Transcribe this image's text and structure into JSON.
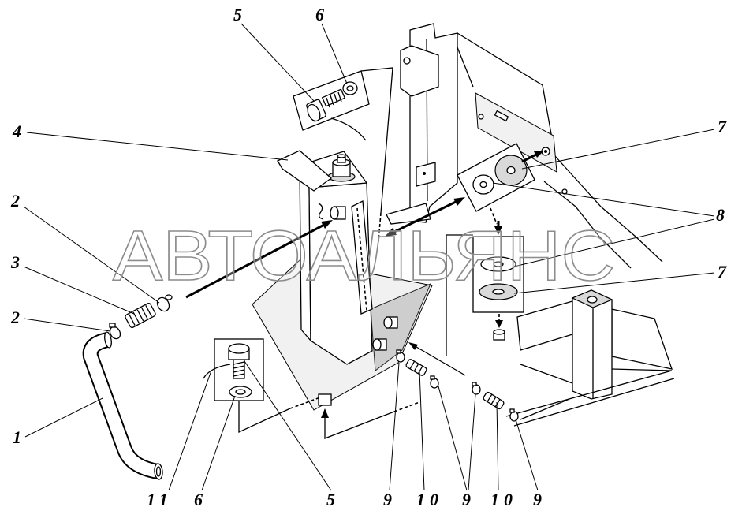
{
  "diagram": {
    "watermark": "АВТОАЛЬЯНС",
    "callouts": [
      "5",
      "6",
      "4",
      "2",
      "3",
      "2",
      "1",
      "7",
      "8",
      "7",
      "11",
      "6",
      "5",
      "9",
      "10",
      "9",
      "10",
      "9"
    ]
  },
  "colors": {
    "ink": "#000000",
    "paper": "#ffffff",
    "watermark": "#8c8c8c",
    "shade": "#d9d9d9"
  }
}
